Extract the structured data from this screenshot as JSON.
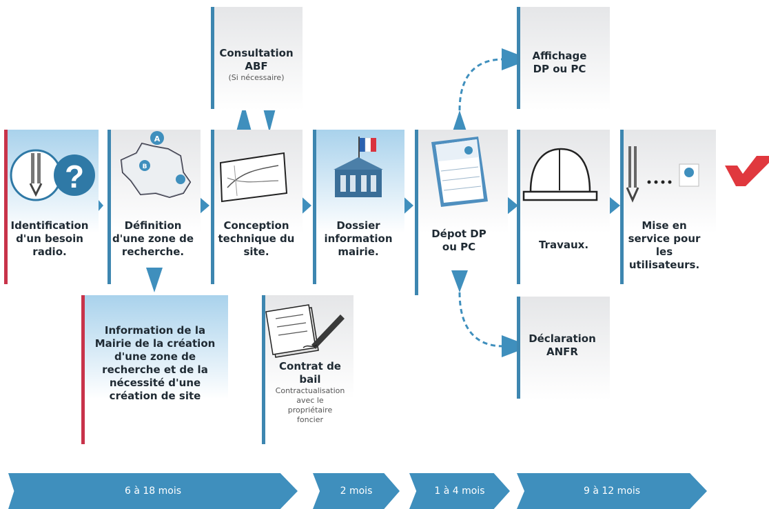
{
  "steps": {
    "identification": "Identification d'un besoin radio.",
    "definition": "Définition d'une zone de recherche.",
    "conception": "Conception technique du site.",
    "dossier": "Dossier information mairie.",
    "depot": "Dépot DP ou PC",
    "travaux": "Travaux.",
    "mise_en_service": "Mise en service pour les utilisateurs."
  },
  "side_steps": {
    "consultation_title": "Consultation ABF",
    "consultation_note": "(Si nécessaire)",
    "affichage": "Affichage DP ou PC",
    "information_mairie": "Information de la Mairie de la création d'une zone de recherche et de la nécessité d'une création de site",
    "contrat_title": "Contrat de bail",
    "contrat_note": "Contractualisation avec le propriétaire foncier",
    "declaration": "Déclaration ANFR"
  },
  "durations": [
    "6 à 18 mois",
    "2 mois",
    "1 à 4 mois",
    "9 à 12 mois"
  ],
  "colors": {
    "accent": "#3f8fbd",
    "card_border": "#3d86b0",
    "red": "#c8334a",
    "logo": "#e0383e"
  },
  "icons": [
    "antenna-question-icon",
    "france-map-icon",
    "blueprint-icon",
    "town-hall-icon",
    "document-icon",
    "helmet-icon",
    "antenna-network-icon",
    "contract-icon",
    "logo-icon"
  ]
}
